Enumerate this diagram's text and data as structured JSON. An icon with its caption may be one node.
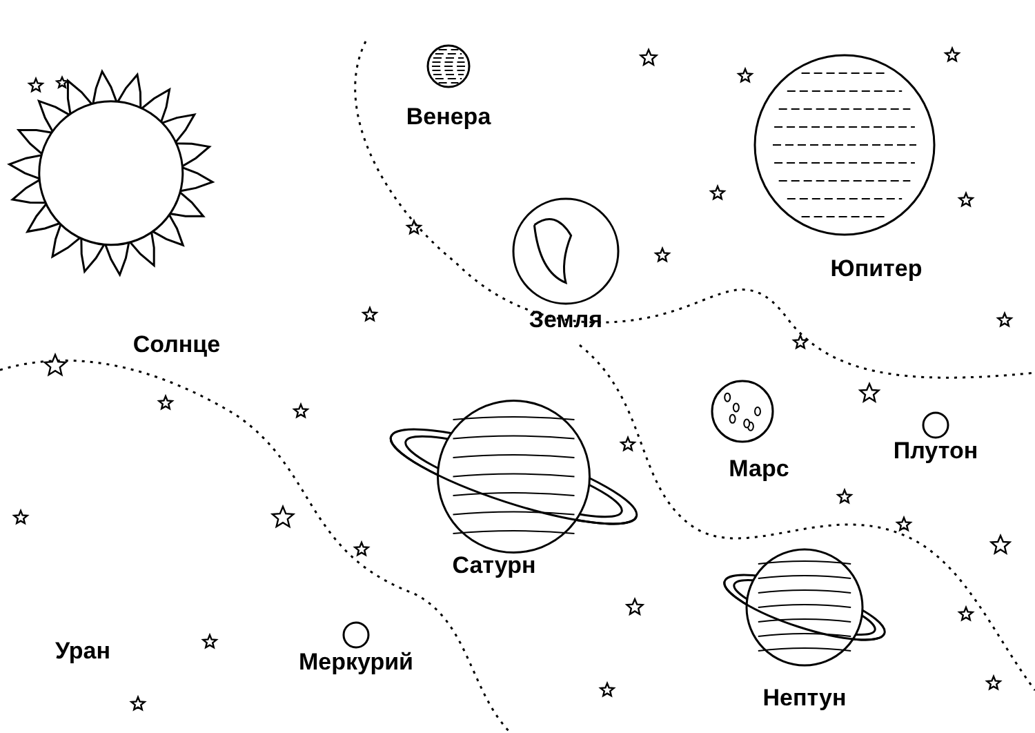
{
  "diagram": {
    "nodes": [
      {
        "text": [
          "Солнце"
        ]
      },
      {
        "text": [
          "Венера"
        ]
      },
      {
        "text": [
          "Юпитер"
        ]
      },
      {
        "text": [
          "Земля"
        ]
      },
      {
        "text": [
          "Сатурн"
        ]
      },
      {
        "text": [
          "Марс"
        ]
      },
      {
        "text": [
          "Плутон"
        ]
      },
      {
        "text": [
          "Нептун"
        ]
      },
      {
        "text": [
          "Уран"
        ]
      },
      {
        "text": [
          "Меркурий"
        ]
      }
    ]
  }
}
